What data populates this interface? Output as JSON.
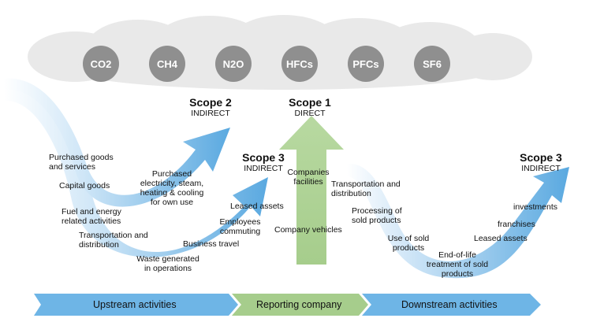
{
  "gases": [
    "CO2",
    "CH4",
    "N2O",
    "HFCs",
    "PFCs",
    "SF6"
  ],
  "scopes": {
    "scope2": {
      "title": "Scope 2",
      "subtitle": "INDIRECT"
    },
    "scope1": {
      "title": "Scope 1",
      "subtitle": "DIRECT"
    },
    "scope3_up": {
      "title": "Scope 3",
      "subtitle": "INDIRECT"
    },
    "scope3_down": {
      "title": "Scope 3",
      "subtitle": "INDIRECT"
    }
  },
  "upstream_labels": {
    "purchased_goods": "Purchased goods and services",
    "capital_goods": "Capital goods",
    "fuel_energy": "Fuel and energy related activities",
    "transportation": "Transportation and distribution",
    "waste": "Waste generated in operations",
    "business_travel": "Business travel",
    "employees_commuting": "Employees commuting",
    "leased_assets": "Leased assets",
    "purchased_electricity": "Purchased electricity, steam, heating & cooling for own use"
  },
  "company_labels": {
    "facilities": "Companies facilities",
    "vehicles": "Company vehicles"
  },
  "downstream_labels": {
    "transportation": "Transportation and distribution",
    "processing": "Processing of sold products",
    "use": "Use of sold products",
    "end_of_life": "End-of-life treatment of sold products",
    "leased_assets": "Leased assets",
    "franchises": "franchises",
    "investments": "investments"
  },
  "bands": {
    "upstream": "Upstream activities",
    "reporting": "Reporting company",
    "downstream": "Downstream activities"
  },
  "colors": {
    "arrow_blue": "#5aa9e0",
    "band_blue": "#6eb5e6",
    "green": "#a6cd8c",
    "gas_circle": "#8f8f8f",
    "cloud": "#e9e9e9"
  }
}
